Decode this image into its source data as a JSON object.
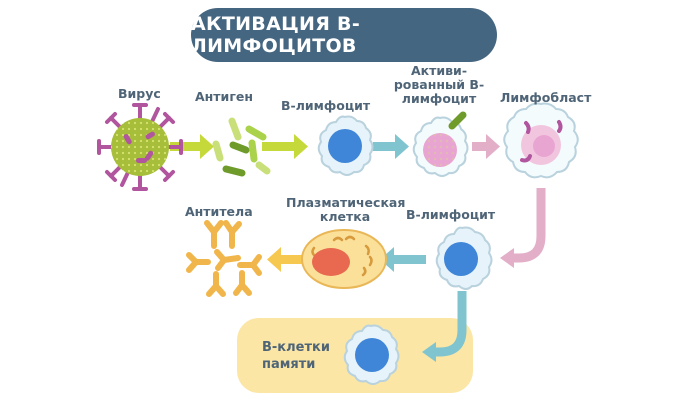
{
  "title": "АКТИВАЦИЯ В-ЛИМФОЦИТОВ",
  "labels": {
    "virus": "Вирус",
    "antigen": "Антиген",
    "b_lymphocyte_1": "В-лимфоцит",
    "activated_b_lymphocyte": "Активи-рованный В-лимфоцит",
    "lymphoblast": "Лимфобласт",
    "b_lymphocyte_2": "В-лимфоцит",
    "plasma_cell": "Плазматическая клетка",
    "antibodies": "Антитела",
    "memory_b_cells": "В-клетки памяти"
  },
  "colors": {
    "title_bg": "#456680",
    "label_text": "#4f6577",
    "arrow_lime": "#c6d93a",
    "arrow_teal": "#7fc4cf",
    "arrow_pink": "#e2aec8",
    "arrow_gold": "#f6c84f",
    "memory_bg": "#fbe6a6",
    "cell_nucleus_blue": "#3f86d8",
    "virus_green": "#a6be3a",
    "virus_spike": "#b0559e",
    "antibody_orange": "#f1b64b"
  }
}
